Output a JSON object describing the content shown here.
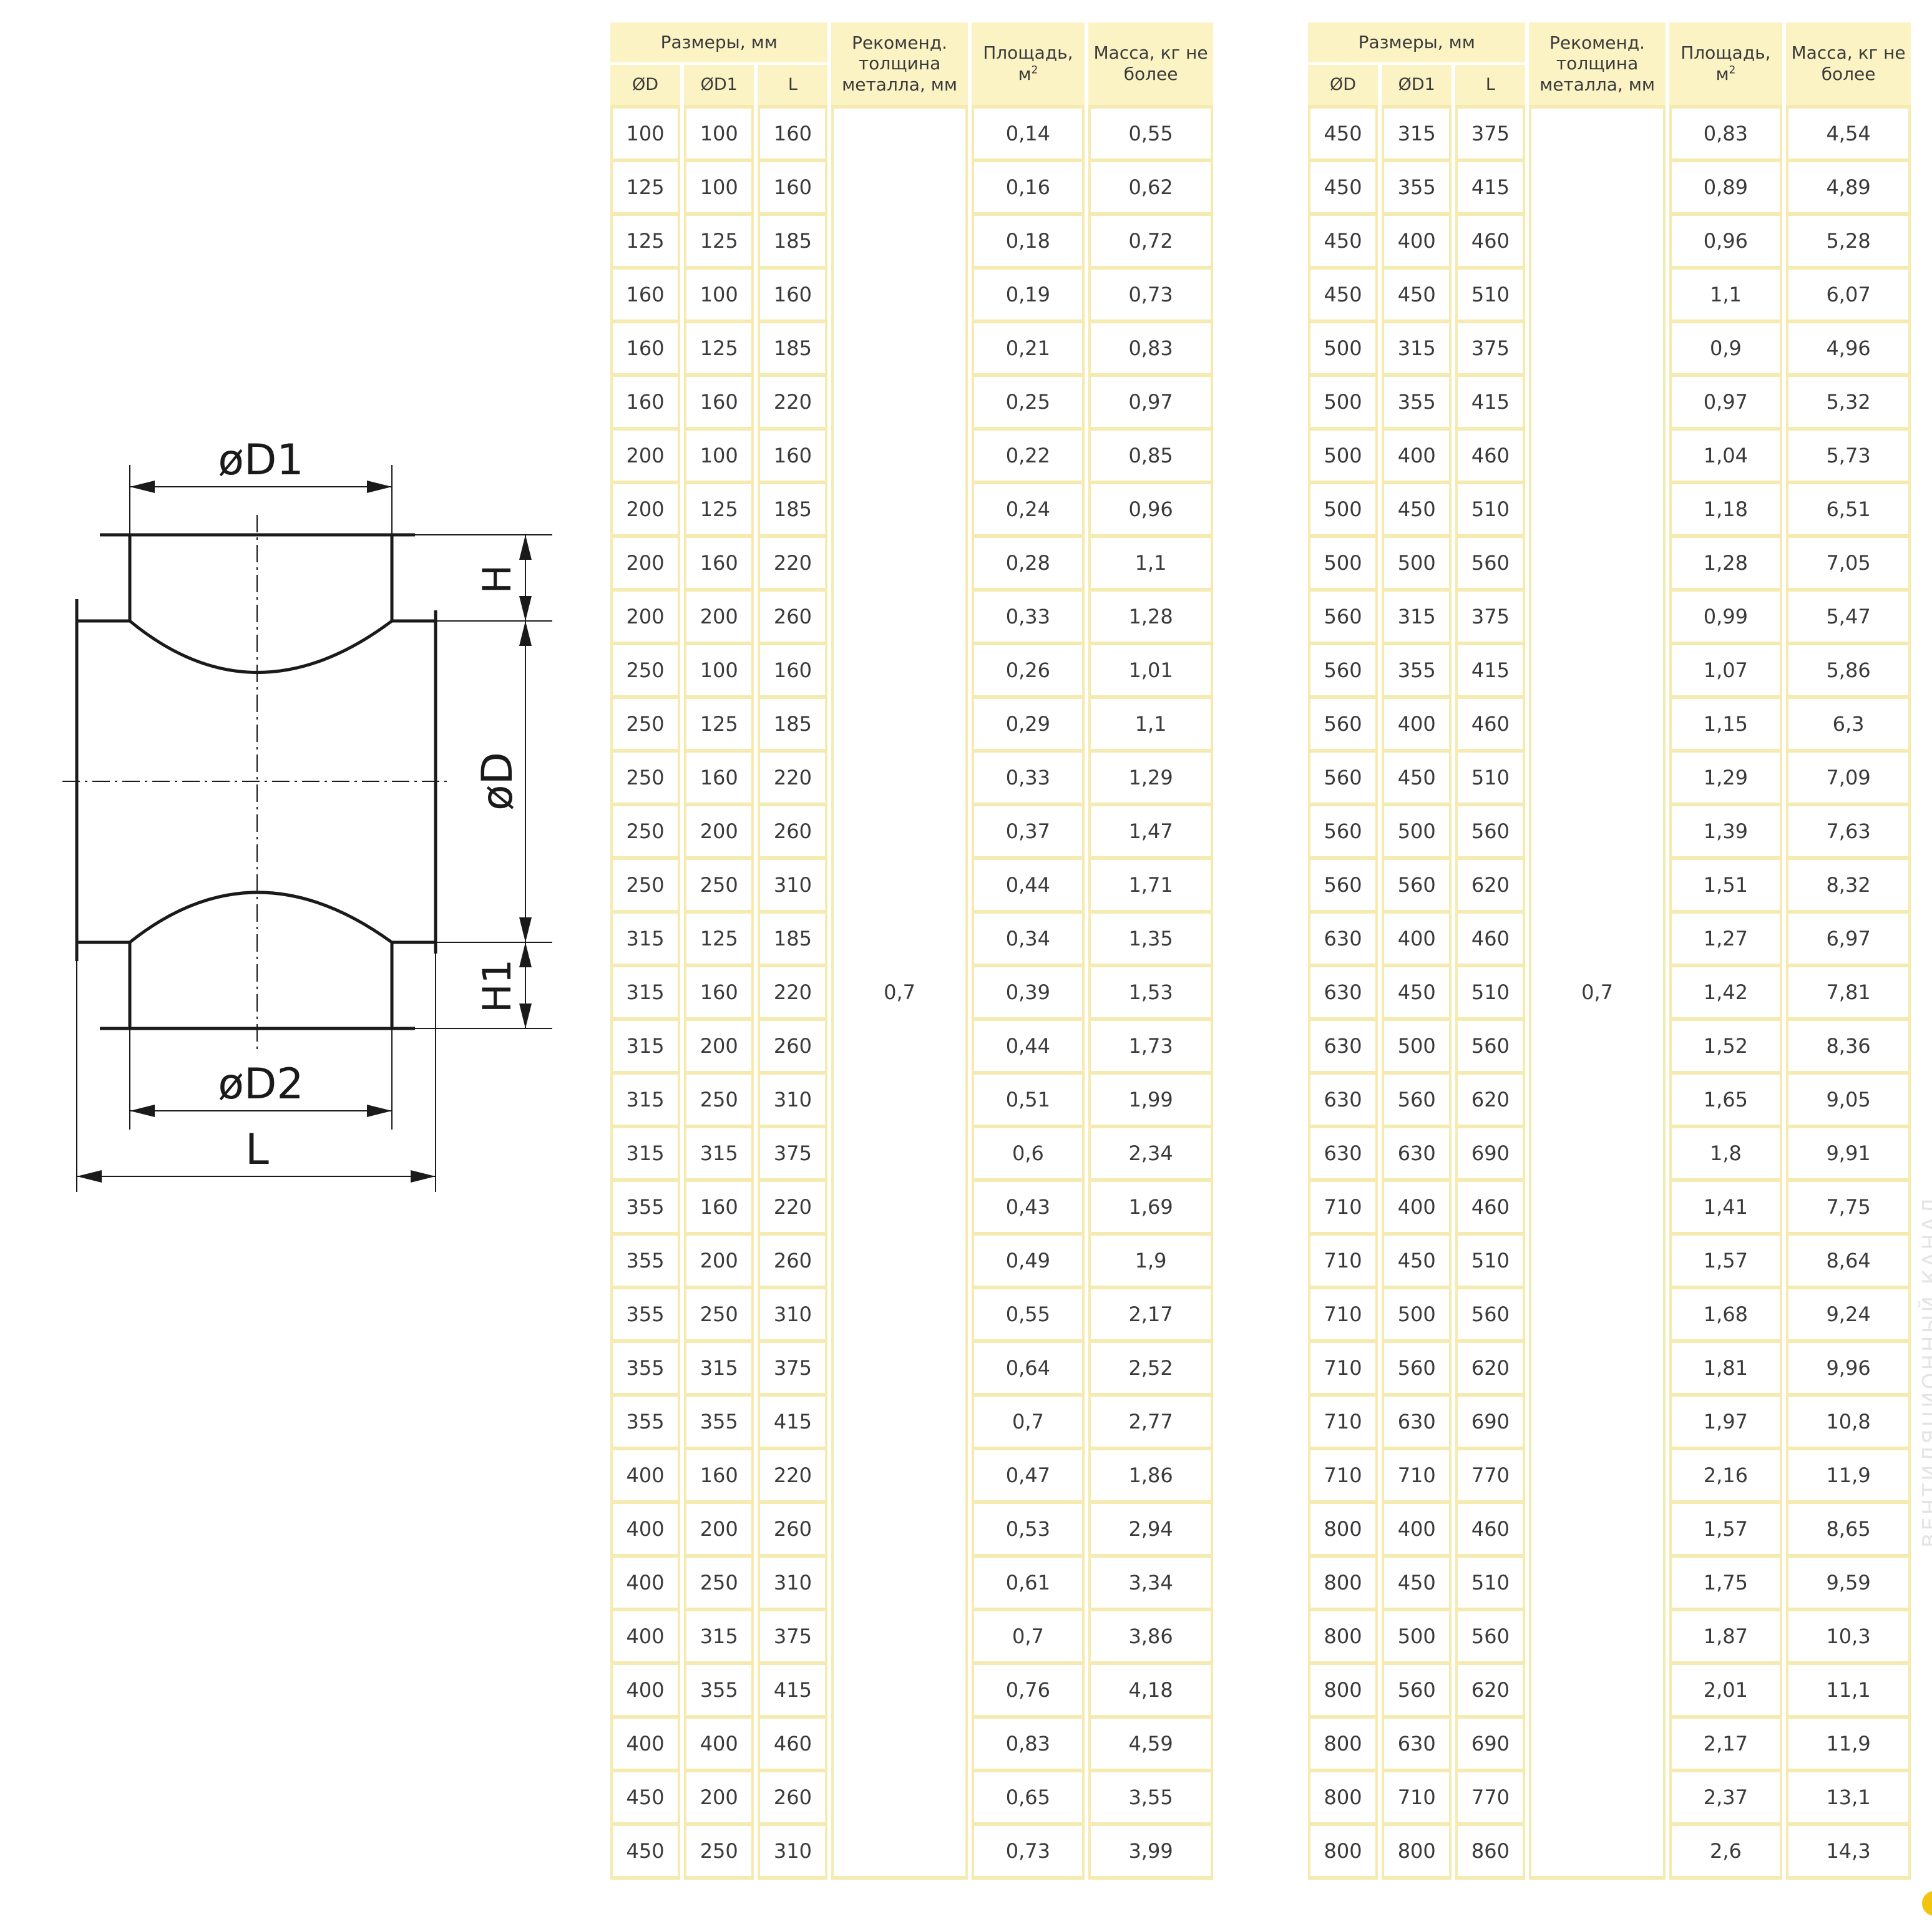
{
  "drawing": {
    "labels": {
      "d1": "øD1",
      "d": "øD",
      "d2": "øD2",
      "h": "H",
      "h1": "H1",
      "l": "L"
    }
  },
  "header": {
    "sizes": "Размеры, мм",
    "col_d": "ØD",
    "col_d1": "ØD1",
    "col_l": "L",
    "thickness": "Рекоменд. толщина металла, мм",
    "area_label": "Площадь, м",
    "area_sup": "2",
    "mass": "Масса, кг не более"
  },
  "thickness_value": "0,7",
  "tables": {
    "left": [
      [
        "100",
        "100",
        "160",
        "0,14",
        "0,55"
      ],
      [
        "125",
        "100",
        "160",
        "0,16",
        "0,62"
      ],
      [
        "125",
        "125",
        "185",
        "0,18",
        "0,72"
      ],
      [
        "160",
        "100",
        "160",
        "0,19",
        "0,73"
      ],
      [
        "160",
        "125",
        "185",
        "0,21",
        "0,83"
      ],
      [
        "160",
        "160",
        "220",
        "0,25",
        "0,97"
      ],
      [
        "200",
        "100",
        "160",
        "0,22",
        "0,85"
      ],
      [
        "200",
        "125",
        "185",
        "0,24",
        "0,96"
      ],
      [
        "200",
        "160",
        "220",
        "0,28",
        "1,1"
      ],
      [
        "200",
        "200",
        "260",
        "0,33",
        "1,28"
      ],
      [
        "250",
        "100",
        "160",
        "0,26",
        "1,01"
      ],
      [
        "250",
        "125",
        "185",
        "0,29",
        "1,1"
      ],
      [
        "250",
        "160",
        "220",
        "0,33",
        "1,29"
      ],
      [
        "250",
        "200",
        "260",
        "0,37",
        "1,47"
      ],
      [
        "250",
        "250",
        "310",
        "0,44",
        "1,71"
      ],
      [
        "315",
        "125",
        "185",
        "0,34",
        "1,35"
      ],
      [
        "315",
        "160",
        "220",
        "0,39",
        "1,53"
      ],
      [
        "315",
        "200",
        "260",
        "0,44",
        "1,73"
      ],
      [
        "315",
        "250",
        "310",
        "0,51",
        "1,99"
      ],
      [
        "315",
        "315",
        "375",
        "0,6",
        "2,34"
      ],
      [
        "355",
        "160",
        "220",
        "0,43",
        "1,69"
      ],
      [
        "355",
        "200",
        "260",
        "0,49",
        "1,9"
      ],
      [
        "355",
        "250",
        "310",
        "0,55",
        "2,17"
      ],
      [
        "355",
        "315",
        "375",
        "0,64",
        "2,52"
      ],
      [
        "355",
        "355",
        "415",
        "0,7",
        "2,77"
      ],
      [
        "400",
        "160",
        "220",
        "0,47",
        "1,86"
      ],
      [
        "400",
        "200",
        "260",
        "0,53",
        "2,94"
      ],
      [
        "400",
        "250",
        "310",
        "0,61",
        "3,34"
      ],
      [
        "400",
        "315",
        "375",
        "0,7",
        "3,86"
      ],
      [
        "400",
        "355",
        "415",
        "0,76",
        "4,18"
      ],
      [
        "400",
        "400",
        "460",
        "0,83",
        "4,59"
      ],
      [
        "450",
        "200",
        "260",
        "0,65",
        "3,55"
      ],
      [
        "450",
        "250",
        "310",
        "0,73",
        "3,99"
      ]
    ],
    "right": [
      [
        "450",
        "315",
        "375",
        "0,83",
        "4,54"
      ],
      [
        "450",
        "355",
        "415",
        "0,89",
        "4,89"
      ],
      [
        "450",
        "400",
        "460",
        "0,96",
        "5,28"
      ],
      [
        "450",
        "450",
        "510",
        "1,1",
        "6,07"
      ],
      [
        "500",
        "315",
        "375",
        "0,9",
        "4,96"
      ],
      [
        "500",
        "355",
        "415",
        "0,97",
        "5,32"
      ],
      [
        "500",
        "400",
        "460",
        "1,04",
        "5,73"
      ],
      [
        "500",
        "450",
        "510",
        "1,18",
        "6,51"
      ],
      [
        "500",
        "500",
        "560",
        "1,28",
        "7,05"
      ],
      [
        "560",
        "315",
        "375",
        "0,99",
        "5,47"
      ],
      [
        "560",
        "355",
        "415",
        "1,07",
        "5,86"
      ],
      [
        "560",
        "400",
        "460",
        "1,15",
        "6,3"
      ],
      [
        "560",
        "450",
        "510",
        "1,29",
        "7,09"
      ],
      [
        "560",
        "500",
        "560",
        "1,39",
        "7,63"
      ],
      [
        "560",
        "560",
        "620",
        "1,51",
        "8,32"
      ],
      [
        "630",
        "400",
        "460",
        "1,27",
        "6,97"
      ],
      [
        "630",
        "450",
        "510",
        "1,42",
        "7,81"
      ],
      [
        "630",
        "500",
        "560",
        "1,52",
        "8,36"
      ],
      [
        "630",
        "560",
        "620",
        "1,65",
        "9,05"
      ],
      [
        "630",
        "630",
        "690",
        "1,8",
        "9,91"
      ],
      [
        "710",
        "400",
        "460",
        "1,41",
        "7,75"
      ],
      [
        "710",
        "450",
        "510",
        "1,57",
        "8,64"
      ],
      [
        "710",
        "500",
        "560",
        "1,68",
        "9,24"
      ],
      [
        "710",
        "560",
        "620",
        "1,81",
        "9,96"
      ],
      [
        "710",
        "630",
        "690",
        "1,97",
        "10,8"
      ],
      [
        "710",
        "710",
        "770",
        "2,16",
        "11,9"
      ],
      [
        "800",
        "400",
        "460",
        "1,57",
        "8,65"
      ],
      [
        "800",
        "450",
        "510",
        "1,75",
        "9,59"
      ],
      [
        "800",
        "500",
        "560",
        "1,87",
        "10,3"
      ],
      [
        "800",
        "560",
        "620",
        "2,01",
        "11,1"
      ],
      [
        "800",
        "630",
        "690",
        "2,17",
        "11,9"
      ],
      [
        "800",
        "710",
        "770",
        "2,37",
        "13,1"
      ],
      [
        "800",
        "800",
        "860",
        "2,6",
        "14,3"
      ]
    ]
  },
  "side_text": "ВЕНТИЛЯЦИОННЫЙ КАНАЛ"
}
